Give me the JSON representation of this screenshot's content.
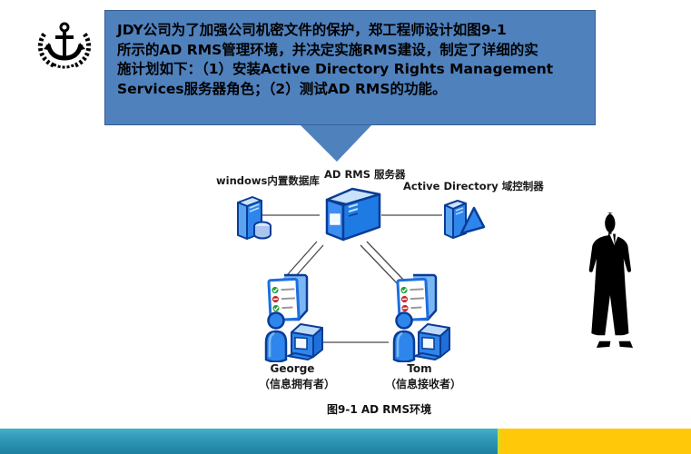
{
  "slide": {
    "callout": {
      "fill": "#4f81bd",
      "border": "#365f91",
      "lines": [
        "    JDY公司为了加强公司机密文件的保护，郑工程师设计如图9-1",
        "所示的AD RMS管理环境，并决定实施RMS建设，制定了详细的实",
        "施计划如下：（1）安装Active Directory Rights Management",
        "Services服务器角色；（2）测试AD RMS的功能。"
      ]
    },
    "logo": {
      "icon": "anchor-wreath-logo"
    },
    "diagram": {
      "nodes": [
        {
          "id": "wid",
          "label": "windows内置数据库",
          "icon": "database-server-icon"
        },
        {
          "id": "rms",
          "label": "AD RMS 服务器",
          "icon": "rms-server-icon"
        },
        {
          "id": "adc",
          "label": "Active Directory 域控制器",
          "icon": "domain-controller-icon"
        },
        {
          "id": "george",
          "name": "George",
          "role": "（信息拥有者）",
          "icon": "user-document-computer-icon"
        },
        {
          "id": "tom",
          "name": "Tom",
          "role": "（信息接收者）",
          "icon": "user-document-computer-icon"
        }
      ],
      "connections": [
        {
          "from": "windows内置数据库",
          "to": "AD RMS 服务器",
          "style": "single-line"
        },
        {
          "from": "AD RMS 服务器",
          "to": "Active Directory 域控制器",
          "style": "single-line"
        },
        {
          "from": "AD RMS 服务器",
          "to": "George",
          "style": "double-line"
        },
        {
          "from": "AD RMS 服务器",
          "to": "Tom",
          "style": "double-line"
        },
        {
          "from": "George",
          "to": "Tom",
          "style": "single-line"
        }
      ],
      "caption": "图9-1 AD RMS环境"
    },
    "silhouette": {
      "icon": "businessman-silhouette",
      "color": "#000000"
    },
    "footer": {
      "teal_bar_color": "#2e97b5",
      "divider_color": "#cfdd2e",
      "yellow_bar_color": "#ffc808"
    },
    "colors": {
      "icon_blue": "#2e86ec",
      "icon_blue_dark": "#0a3c96",
      "icon_blue_light": "#9fcdf5",
      "check_green": "#21a13a",
      "minus_red": "#c62828"
    }
  }
}
